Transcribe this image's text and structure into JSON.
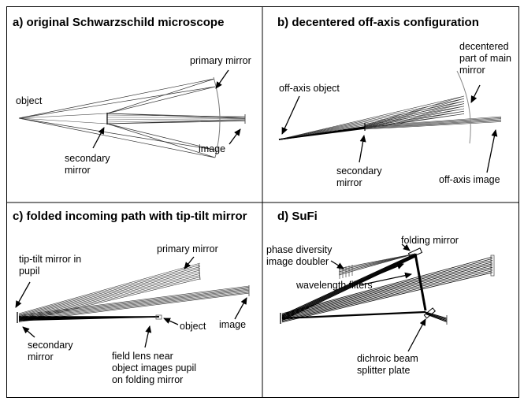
{
  "colors": {
    "ink": "#000000",
    "thin_ray": "#555555",
    "background": "#ffffff"
  },
  "panels": [
    {
      "title": "a) original Schwarzschild microscope",
      "labels": {
        "object": "object",
        "primary_mirror": "primary mirror",
        "secondary_mirror": [
          "secondary",
          "mirror"
        ],
        "image": "image"
      }
    },
    {
      "title": "b) decentered off-axis configuration",
      "labels": {
        "off_axis_object": "off-axis object",
        "decentered_mirror": [
          "decentered",
          "part of main",
          "mirror"
        ],
        "secondary_mirror": [
          "secondary",
          "mirror"
        ],
        "off_axis_image": "off-axis image"
      }
    },
    {
      "title": "c) folded incoming path with tip-tilt mirror",
      "labels": {
        "tip_tilt_mirror": [
          "tip-tilt mirror in",
          "pupil"
        ],
        "primary_mirror": "primary mirror",
        "secondary_mirror": [
          "secondary",
          "mirror"
        ],
        "object": "object",
        "image": "image",
        "field_lens": [
          "field lens near",
          "object images pupil",
          "on folding mirror"
        ]
      }
    },
    {
      "title": "d) SuFi",
      "labels": {
        "phase_diversity": [
          "phase diversity",
          "image doubler"
        ],
        "folding_mirror": "folding mirror",
        "wavelength_filters": "wavelength filters",
        "dichroic": [
          "dichroic beam",
          "splitter plate"
        ]
      }
    }
  ]
}
